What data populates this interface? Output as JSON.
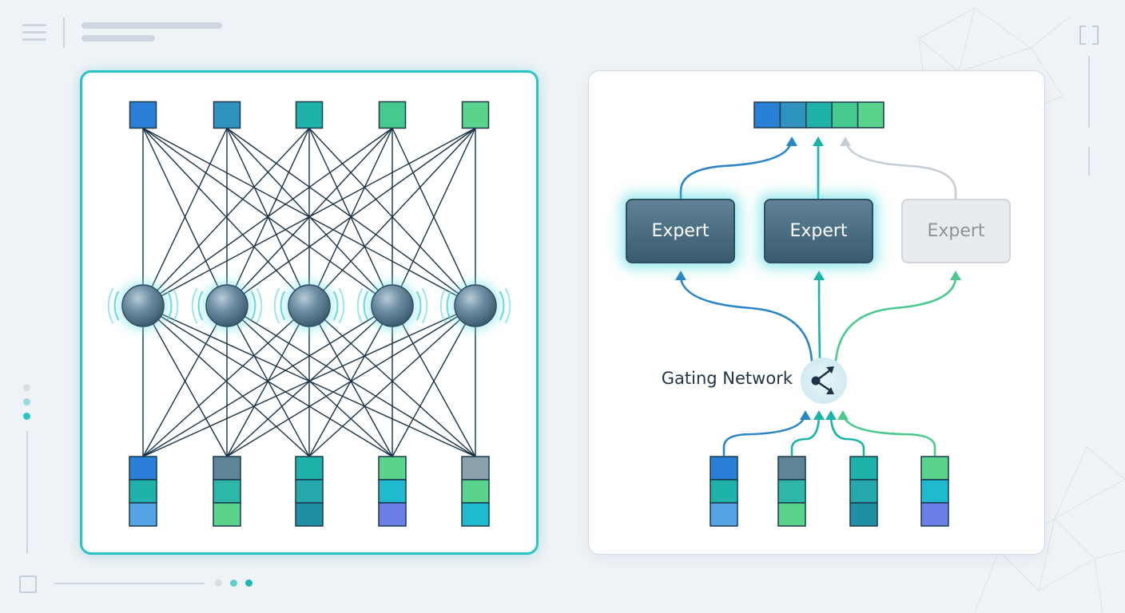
{
  "moe": {
    "expert_label_1": "Expert",
    "expert_label_2": "Expert",
    "expert_label_3": "Expert",
    "gating_label": "Gating Network"
  },
  "colors": {
    "accent_teal": "#2cc3c6",
    "wire_dark": "#1a3346",
    "arrow_blue": "#2b86c5",
    "arrow_teal": "#1ab3a7",
    "arrow_green": "#4bc98f",
    "arrow_inactive": "#c5ced6",
    "node": "#5b7a8e",
    "expert_active": "#4a6a7e",
    "expert_inactive": "#e9ecef"
  },
  "dense_network": {
    "top_square_colors": [
      "#2a80d6",
      "#2f93c0",
      "#1eb2aa",
      "#45c98f",
      "#5ad38d"
    ],
    "bottom_stacks": [
      [
        "#2a80d6",
        "#1eb2aa",
        "#56a4e6"
      ],
      [
        "#5d8597",
        "#2fb8a8",
        "#5ad38d"
      ],
      [
        "#1eb2aa",
        "#26a9ad",
        "#1f8fa6"
      ],
      [
        "#5ad38d",
        "#1fbad0",
        "#6c7ee8"
      ],
      [
        "#8aa0ad",
        "#5ad38d",
        "#1fbad0"
      ]
    ],
    "hidden_nodes": 5
  },
  "moe_network": {
    "output_cell_colors": [
      "#2a80d6",
      "#2f93c0",
      "#1eb2aa",
      "#45c98f",
      "#5ad38d"
    ],
    "input_stacks": [
      [
        "#2a80d6",
        "#1eb2aa",
        "#56a4e6"
      ],
      [
        "#5d8597",
        "#2fb8a8",
        "#5ad38d"
      ],
      [
        "#1eb2aa",
        "#26a9ad",
        "#1f8fa6"
      ],
      [
        "#5ad38d",
        "#1fbad0",
        "#6c7ee8"
      ]
    ],
    "active_experts": [
      1,
      2
    ],
    "inactive_experts": [
      3
    ]
  },
  "icons": [
    "menu-icon",
    "fullscreen-icon",
    "dots-icon",
    "square-icon",
    "gating-router-icon"
  ]
}
